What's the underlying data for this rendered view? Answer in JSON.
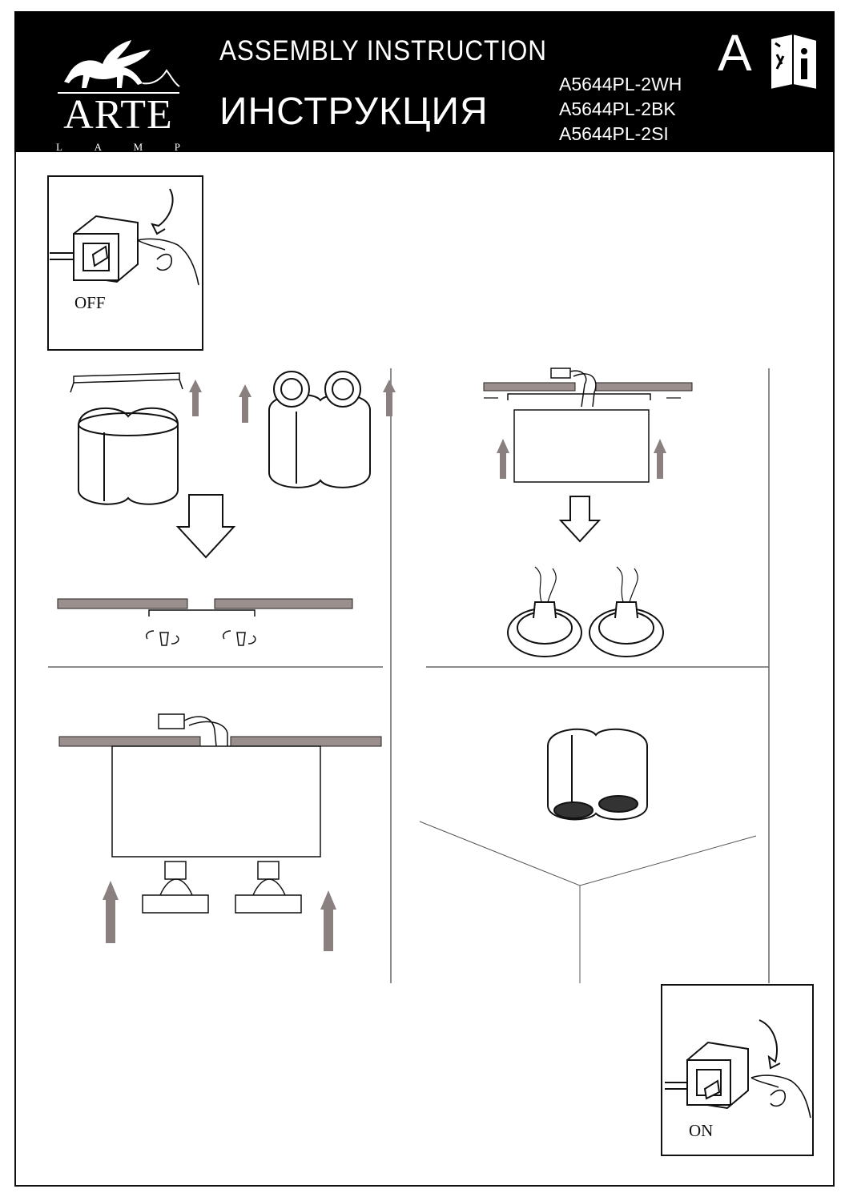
{
  "header": {
    "brand": {
      "name": "ARTE",
      "sub": [
        "L",
        "A",
        "M",
        "P"
      ]
    },
    "title_en": "ASSEMBLY  INSTRUCTION",
    "title_ru": "ИНСТРУКЦИЯ",
    "models": [
      "A5644PL-2WH",
      "A5644PL-2BK",
      "A5644PL-2SI"
    ],
    "letter": "A",
    "info_icon": "info-book-icon"
  },
  "steps": {
    "switch_off_label": "OFF",
    "switch_on_label": "ON"
  },
  "colors": {
    "header_bg": "#000000",
    "ceiling_board": "#9a8f8c",
    "arrow": "#8a8080"
  }
}
